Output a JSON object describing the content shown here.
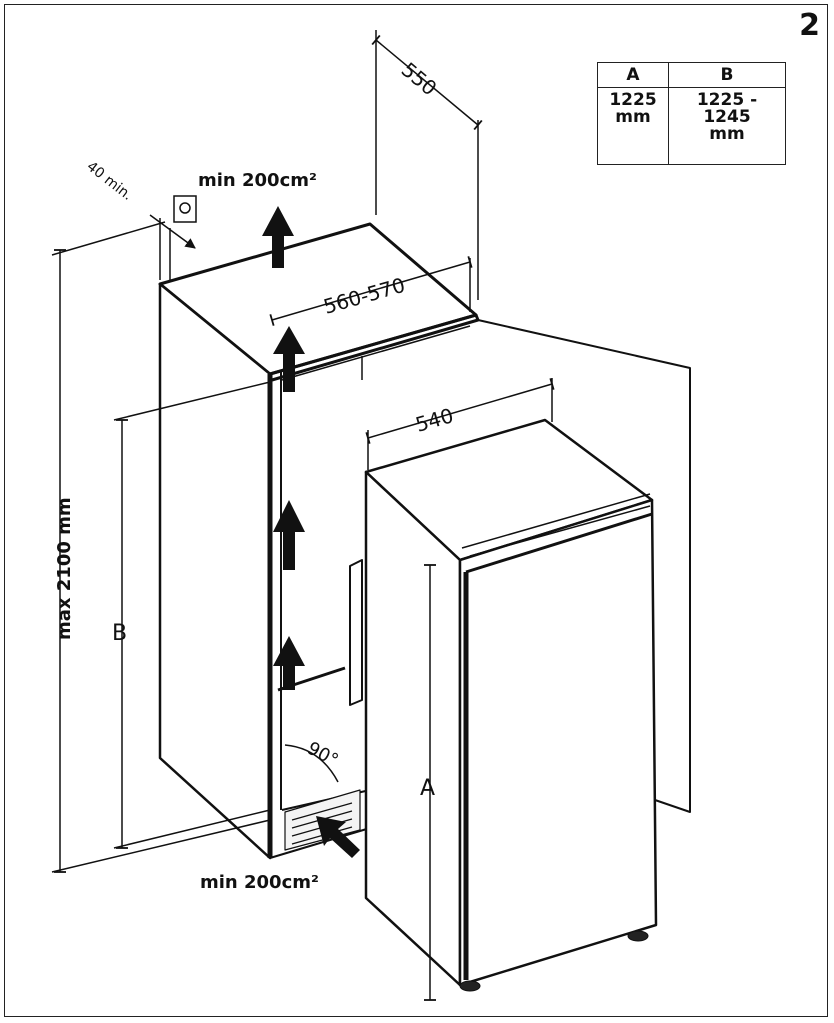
{
  "figure": {
    "number": "2"
  },
  "dimension_table": {
    "headers": [
      "A",
      "B"
    ],
    "values": [
      [
        "1225",
        "mm"
      ],
      [
        "1225 -",
        "1245",
        "mm"
      ]
    ]
  },
  "labels": {
    "depth_niche": "550",
    "width_niche": "560-570",
    "appliance_width": "540",
    "top_gap": "40 min.",
    "vent_top": "min 200cm²",
    "vent_bottom": "min 200cm²",
    "max_height": "max 2100 mm",
    "niche_height": "B",
    "appliance_height": "A",
    "door_angle": "90°"
  },
  "icons": [
    "arrow-up-icon",
    "arrow-diagonal-icon"
  ]
}
